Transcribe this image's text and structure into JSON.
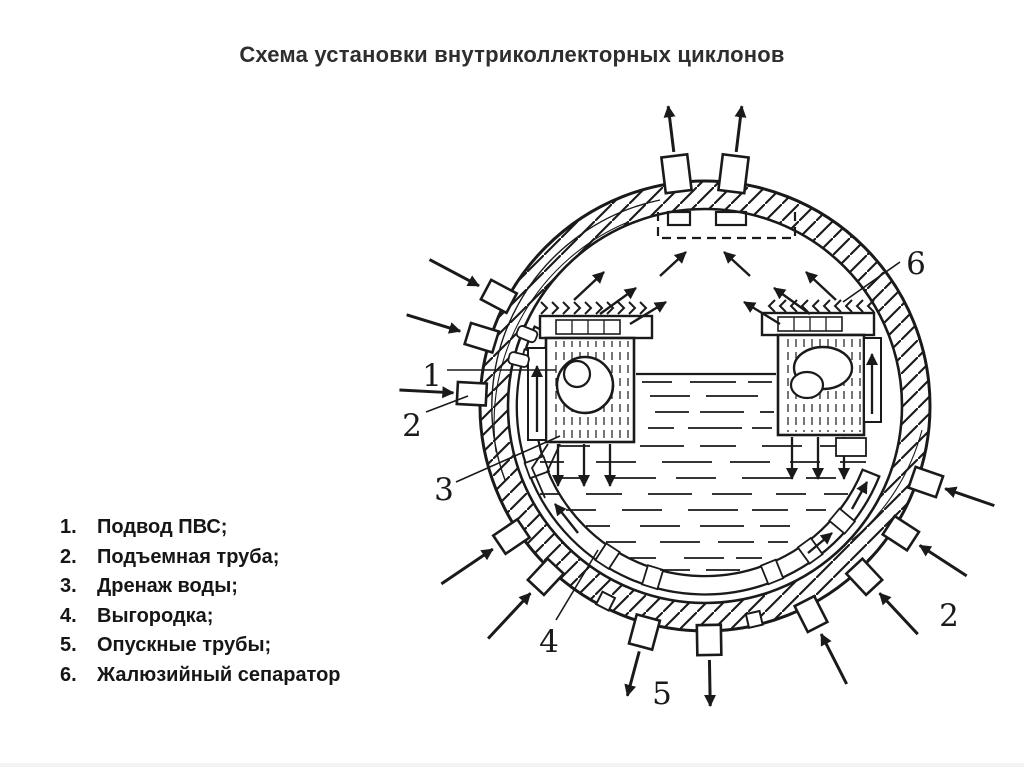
{
  "slide": {
    "title": "Схема установки внутриколлекторных циклонов"
  },
  "legend": {
    "items": [
      {
        "num": "1.",
        "label": "Подвод ПВС;"
      },
      {
        "num": "2.",
        "label": "Подъемная труба;"
      },
      {
        "num": "3.",
        "label": "Дренаж воды;"
      },
      {
        "num": "4.",
        "label": "Выгородка;"
      },
      {
        "num": "5.",
        "label": "Опускные трубы;"
      },
      {
        "num": "6.",
        "label": "Жалюзийный сепаратор"
      }
    ]
  },
  "diagram": {
    "description": "Cross-section of a boiler drum with in-collector cyclones",
    "callouts": {
      "pvs_supply": "1",
      "riser_left": "2",
      "water_drain": "3",
      "shroud": "4",
      "downcomers": "5",
      "riser_right": "2",
      "louver_separator": "6"
    }
  },
  "colors": {
    "ink": "#1a1a1a",
    "background": "#ffffff"
  }
}
